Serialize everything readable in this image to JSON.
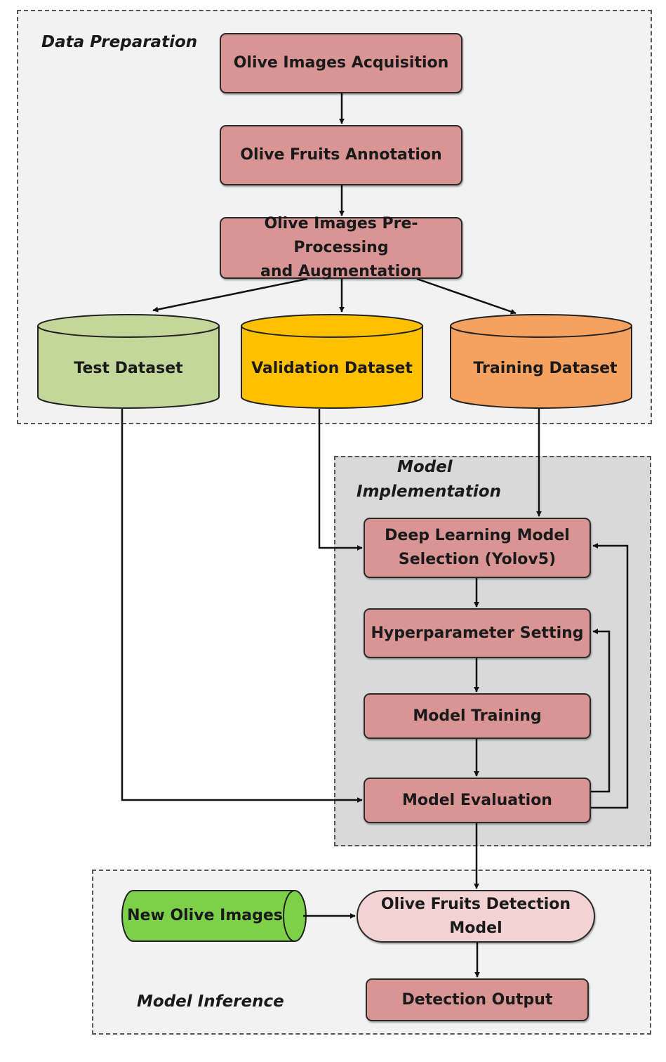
{
  "regions": {
    "data_preparation": "Data Preparation",
    "model_implementation_line1": "Model",
    "model_implementation_line2": "Implementation",
    "model_inference": "Model Inference"
  },
  "steps": {
    "acquisition": "Olive Images Acquisition",
    "annotation": "Olive Fruits Annotation",
    "preprocessing_line1": "Olive Images Pre-Processing",
    "preprocessing_line2": "and Augmentation",
    "model_selection_line1": "Deep Learning Model",
    "model_selection_line2": "Selection (Yolov5)",
    "hyperparameter": "Hyperparameter Setting",
    "training": "Model Training",
    "evaluation": "Model Evaluation",
    "detection_model_line1": "Olive Fruits Detection",
    "detection_model_line2": "Model",
    "detection_output": "Detection Output"
  },
  "datasets": {
    "test": "Test Dataset",
    "validation": "Validation Dataset",
    "training": "Training Dataset",
    "new_images": "New Olive Images"
  },
  "colors": {
    "process_box": "#d99594",
    "detection_model": "#f2d2d2",
    "test_dataset": "#c4d79b",
    "validation_dataset": "#ffc000",
    "training_dataset": "#f5a261",
    "new_images": "#7cd04a",
    "region_light": "#f2f2f2",
    "region_dark": "#d9d9d9"
  }
}
